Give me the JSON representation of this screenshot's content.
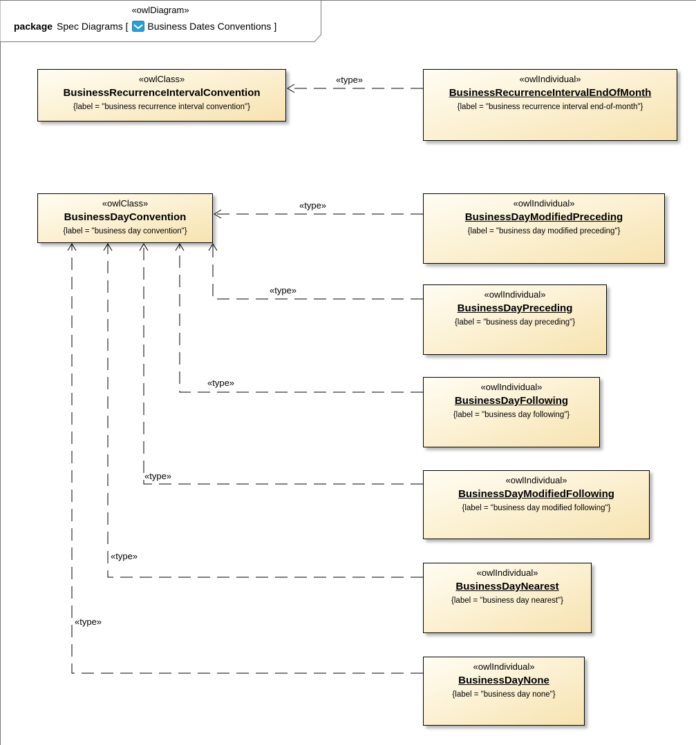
{
  "diagram": {
    "stereotype": "«owlDiagram»",
    "keyword": "package",
    "path": "Spec Diagrams [",
    "name": "Business Dates Conventions",
    "close_bracket": "]",
    "icon": "package-diagram-icon"
  },
  "classes": [
    {
      "stereotype": "«owlClass»",
      "name": "BusinessRecurrenceIntervalConvention",
      "label": "{label = \"business recurrence interval convention\"}"
    },
    {
      "stereotype": "«owlClass»",
      "name": "BusinessDayConvention",
      "label": "{label = \"business day convention\"}"
    }
  ],
  "individuals": [
    {
      "stereotype": "«owlIndividual»",
      "name": "BusinessRecurrenceIntervalEndOfMonth",
      "label": "{label = \"business recurrence interval end-of-month\"}"
    },
    {
      "stereotype": "«owlIndividual»",
      "name": "BusinessDayModifiedPreceding",
      "label": "{label = \"business day modified preceding\"}"
    },
    {
      "stereotype": "«owlIndividual»",
      "name": "BusinessDayPreceding",
      "label": "{label = \"business day preceding\"}"
    },
    {
      "stereotype": "«owlIndividual»",
      "name": "BusinessDayFollowing",
      "label": "{label = \"business day following\"}"
    },
    {
      "stereotype": "«owlIndividual»",
      "name": "BusinessDayModifiedFollowing",
      "label": "{label = \"business day modified following\"}"
    },
    {
      "stereotype": "«owlIndividual»",
      "name": "BusinessDayNearest",
      "label": "{label = \"business day nearest\"}"
    },
    {
      "stereotype": "«owlIndividual»",
      "name": "BusinessDayNone",
      "label": "{label = \"business day none\"}"
    }
  ],
  "edge_label": "«type»",
  "colors": {
    "box_fill": "#f7e3b0",
    "line": "#000000",
    "frame": "#7a7a7a",
    "icon": "#2a9fd6"
  }
}
